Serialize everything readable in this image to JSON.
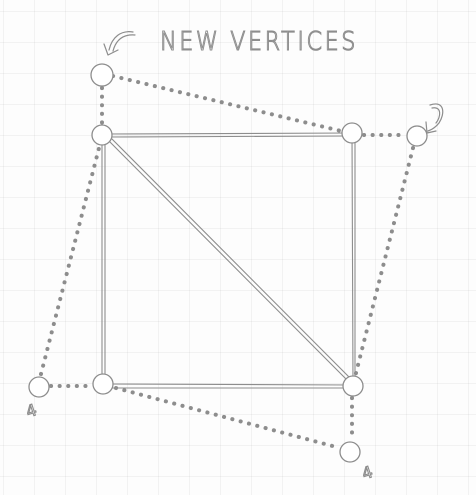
{
  "annotations": {
    "title": "NEW VERTICES",
    "tag_left": "4",
    "tag_bottom": "4"
  },
  "colors": {
    "background": "#fdfdfd",
    "grid": "#ececec",
    "stroke": "#8d8d8d",
    "fill": "#ffffff"
  }
}
